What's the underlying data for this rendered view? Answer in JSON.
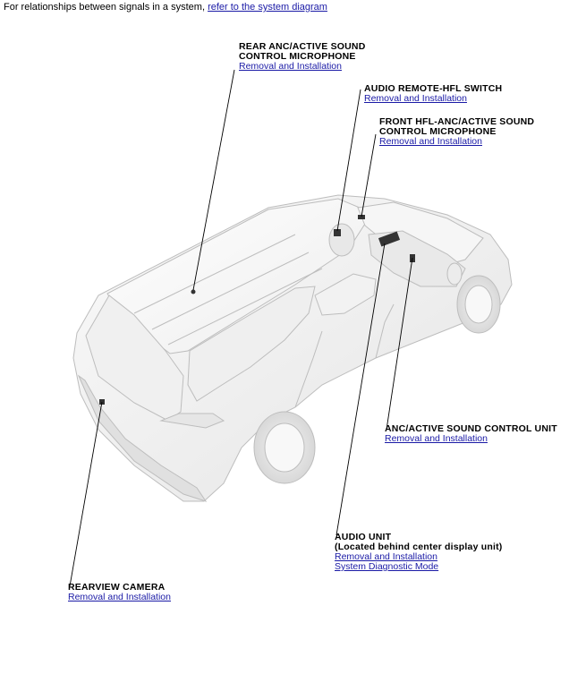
{
  "intro": {
    "text": "For relationships between signals in a system, ",
    "link": "refer to the system diagram"
  },
  "callouts": {
    "rear_mic": {
      "title_line1": "REAR ANC/ACTIVE SOUND",
      "title_line2": "CONTROL MICROPHONE",
      "links": [
        "Removal and Installation"
      ]
    },
    "audio_remote_switch": {
      "title_line1": "AUDIO REMOTE-HFL SWITCH",
      "links": [
        "Removal and Installation"
      ]
    },
    "front_mic": {
      "title_line1": "FRONT HFL-ANC/ACTIVE SOUND",
      "title_line2": "CONTROL MICROPHONE",
      "links": [
        "Removal and Installation"
      ]
    },
    "anc_unit": {
      "title_line1": "ANC/ACTIVE SOUND CONTROL UNIT",
      "links": [
        "Removal and Installation"
      ]
    },
    "audio_unit": {
      "title_line1": "AUDIO UNIT",
      "title_line2": "(Located behind center display unit)",
      "links": [
        "Removal and Installation",
        "System Diagnostic Mode"
      ]
    },
    "rearview_camera": {
      "title_line1": "REARVIEW CAMERA",
      "links": [
        "Removal and Installation"
      ]
    }
  }
}
